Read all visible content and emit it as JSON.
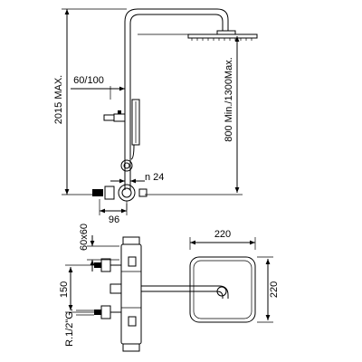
{
  "drawing": {
    "elevation_view": {
      "dimensions": {
        "total_height": "2015 MAX.",
        "arm_offset": "60/100",
        "adjust_range": "800 Min./1300Max.",
        "slide_bar_diameter": "n 24",
        "wall_projection": "96"
      }
    },
    "plan_view": {
      "dimensions": {
        "valve_depth": "60x60",
        "inlet_spacing": "150",
        "inlet_thread": "R.1/2\"G."
      }
    },
    "head_view": {
      "dimensions": {
        "head_width": "220",
        "head_height": "220"
      }
    }
  }
}
